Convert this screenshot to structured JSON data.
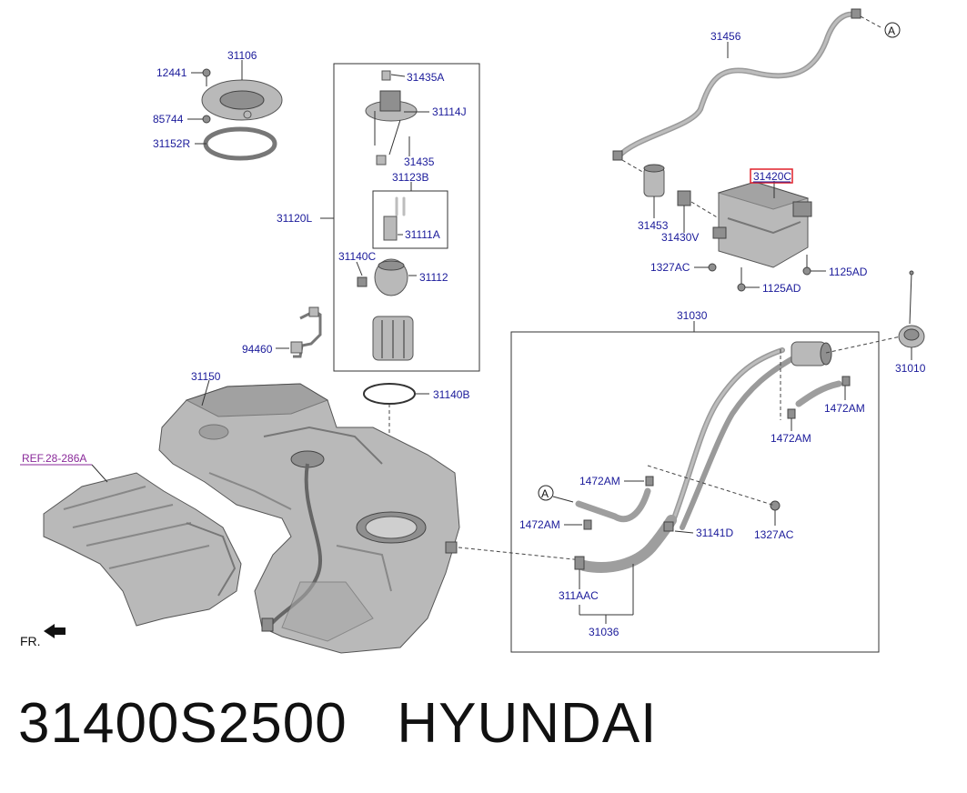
{
  "labels": {
    "p12441": "12441",
    "p31106": "31106",
    "p85744": "85744",
    "p31152R": "31152R",
    "p31435A": "31435A",
    "p31114J": "31114J",
    "p31435": "31435",
    "p31123B": "31123B",
    "p31120L": "31120L",
    "p31111A": "31111A",
    "p31140C": "31140C",
    "p31112": "31112",
    "p94460": "94460",
    "p31140B": "31140B",
    "p31150": "31150",
    "ref": "REF.28-286A",
    "fr": "FR.",
    "p31456": "31456",
    "circleA": "A",
    "p31420C": "31420C",
    "p31453": "31453",
    "p31430V": "31430V",
    "p1327AC_top": "1327AC",
    "p1125AD_right": "1125AD",
    "p1125AD_bottom": "1125AD",
    "p31030": "31030",
    "p31010": "31010",
    "p1472AM_a": "1472AM",
    "p1472AM_b": "1472AM",
    "p1472AM_c": "1472AM",
    "p1472AM_d": "1472AM",
    "p31141D": "31141D",
    "p1327AC_bottom": "1327AC",
    "p311AAC": "311AAC",
    "p31036": "31036"
  },
  "footer": {
    "part_number": "31400S2500",
    "brand": "HYUNDAI"
  },
  "colors": {
    "label_blue": "#1a1a9a",
    "ref_purple": "#8a2a9a",
    "highlight_red": "#e0202a",
    "part_gray": "#b9b9b9"
  }
}
